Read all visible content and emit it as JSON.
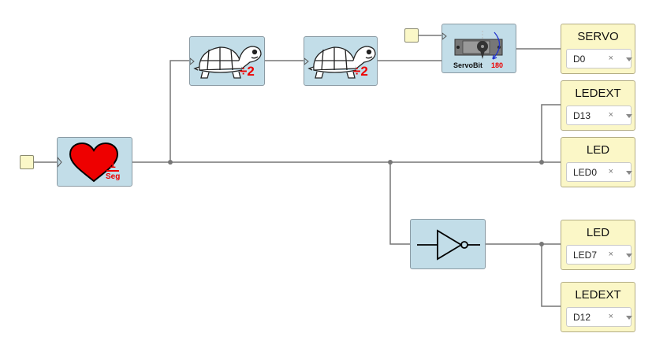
{
  "blocks": {
    "heartbeat": {
      "frac_num": "1",
      "frac_den": "Seg",
      "heart_color": "#ee0000"
    },
    "divider_1": {
      "label": "÷2"
    },
    "divider_2": {
      "label": "÷2"
    },
    "servobit": {
      "name": "ServoBit",
      "angle": "180"
    }
  },
  "outputs": [
    {
      "title": "SERVO",
      "pin": "D0",
      "clear": "×"
    },
    {
      "title": "LEDEXT",
      "pin": "D13",
      "clear": "×"
    },
    {
      "title": "LED",
      "pin": "LED0",
      "clear": "×"
    },
    {
      "title": "LED",
      "pin": "LED7",
      "clear": "×"
    },
    {
      "title": "LEDEXT",
      "pin": "D12",
      "clear": "×"
    }
  ],
  "colors": {
    "block_bg": "#c2dde8",
    "io_bg": "#fbf7c7",
    "wire": "#777777",
    "accent": "#ee0000"
  }
}
